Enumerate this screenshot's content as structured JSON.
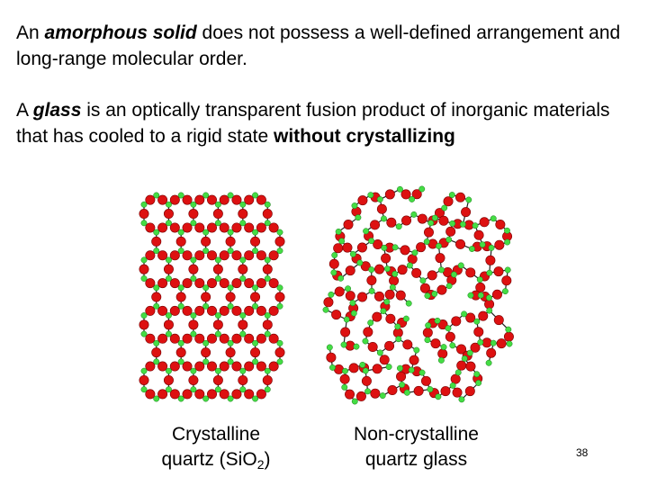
{
  "paragraph1": {
    "term": "An amorphous solid",
    "term_a": "An ",
    "term_b": "amorphous solid",
    "rest": " does not possess a well-defined arrangement and long-range molecular order."
  },
  "paragraph2": {
    "lead": "A ",
    "term": "glass",
    "middle": " is an optically transparent fusion product of inorganic materials that has cooled to a rigid state ",
    "emphasis": "without crystallizing"
  },
  "captions": {
    "crystalline_line1": "Crystalline",
    "crystalline_line2_pre": "quartz (Si",
    "crystalline_line2_o": "O",
    "crystalline_line2_sub": "2",
    "crystalline_line2_post": ")",
    "glass_line1": "Non-crystalline",
    "glass_line2": "quartz glass"
  },
  "slide_number": "38",
  "colors": {
    "oxygen": "#dd1111",
    "silicon": "#44dd44",
    "bond": "#222222"
  }
}
